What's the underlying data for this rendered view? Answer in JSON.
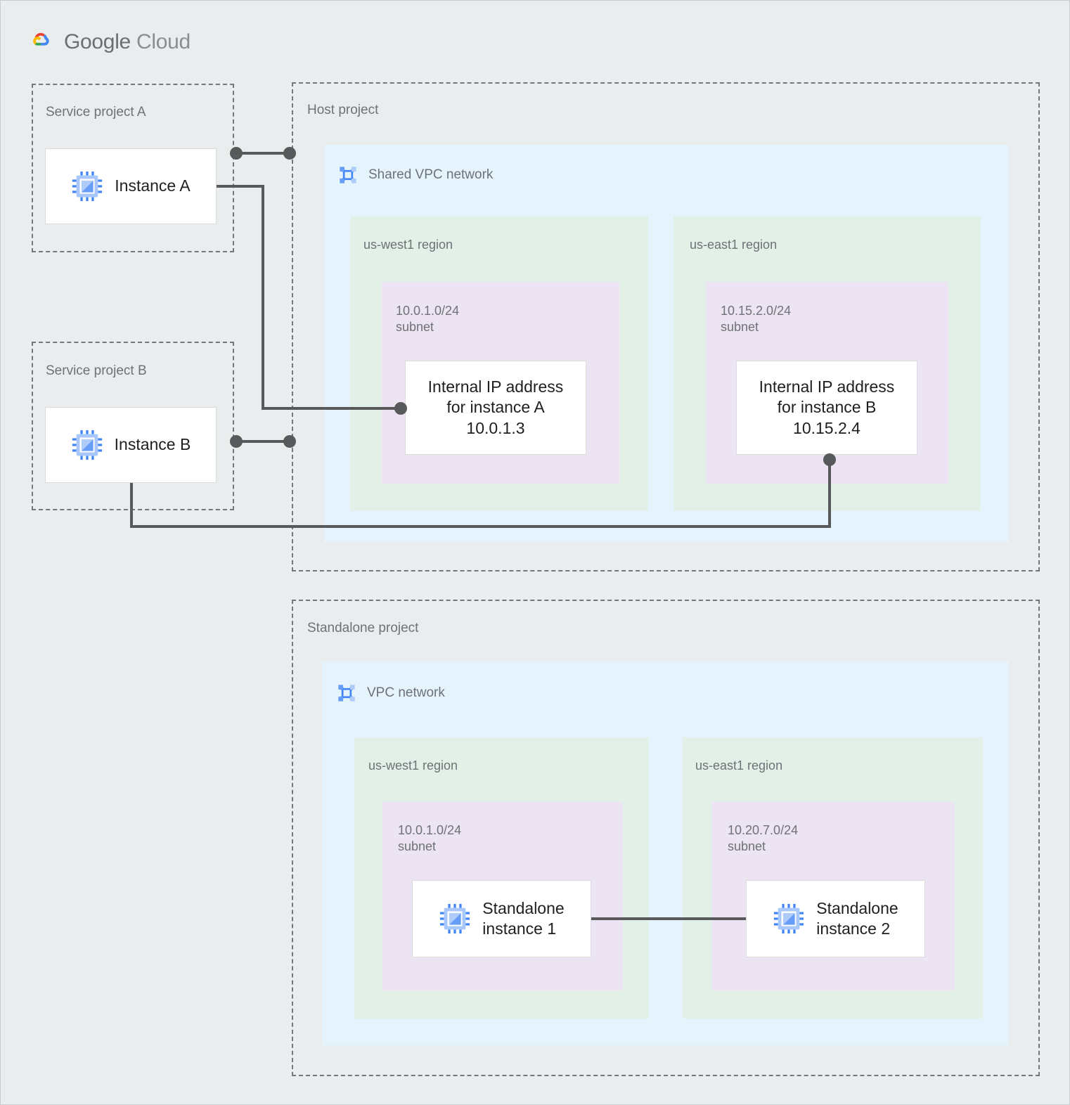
{
  "brand": {
    "name_strong": "Google",
    "name_light": "Cloud",
    "logo_icon": "google-cloud-logo"
  },
  "colors": {
    "page_background": "#eaeded",
    "project_border": "#737779",
    "vpc_fill": "#e4f3fc",
    "region_fill": "#e2f0e8",
    "subnet_fill": "#ece4f2",
    "card_fill": "#ffffff",
    "connector": "#58595b",
    "label_text": "#6e7276",
    "title_text": "#1f1f1f",
    "icon_blue": "#4285f4",
    "icon_blue_light": "#a8c7fa"
  },
  "projects": [
    {
      "id": "service-project-a",
      "label": "Service project A",
      "nodes": [
        {
          "id": "instance-a",
          "label": "Instance A",
          "icon": "compute-instance-icon"
        }
      ]
    },
    {
      "id": "service-project-b",
      "label": "Service project B",
      "nodes": [
        {
          "id": "instance-b",
          "label": "Instance B",
          "icon": "compute-instance-icon"
        }
      ]
    },
    {
      "id": "host-project",
      "label": "Host project",
      "networks": [
        {
          "id": "shared-vpc-network",
          "label": "Shared VPC network",
          "icon": "vpc-network-icon",
          "regions": [
            {
              "id": "host-us-west1",
              "label": "us-west1 region",
              "subnets": [
                {
                  "id": "host-subnet-10-0-1-0-24",
                  "cidr": "10.0.1.0/24",
                  "kind": "subnet",
                  "label": "10.0.1.0/24\nsubnet",
                  "nodes": [
                    {
                      "id": "internal-ip-instance-a",
                      "label": "Internal IP address\nfor instance A\n10.0.1.3",
                      "ip": "10.0.1.3"
                    }
                  ]
                }
              ]
            },
            {
              "id": "host-us-east1",
              "label": "us-east1 region",
              "subnets": [
                {
                  "id": "host-subnet-10-15-2-0-24",
                  "cidr": "10.15.2.0/24",
                  "kind": "subnet",
                  "label": "10.15.2.0/24\nsubnet",
                  "nodes": [
                    {
                      "id": "internal-ip-instance-b",
                      "label": "Internal IP address\nfor instance B\n10.15.2.4",
                      "ip": "10.15.2.4"
                    }
                  ]
                }
              ]
            }
          ]
        }
      ]
    },
    {
      "id": "standalone-project",
      "label": "Standalone project",
      "networks": [
        {
          "id": "vpc-network",
          "label": "VPC network",
          "icon": "vpc-network-icon",
          "regions": [
            {
              "id": "standalone-us-west1",
              "label": "us-west1 region",
              "subnets": [
                {
                  "id": "standalone-subnet-10-0-1-0-24",
                  "cidr": "10.0.1.0/24",
                  "kind": "subnet",
                  "label": "10.0.1.0/24\nsubnet",
                  "nodes": [
                    {
                      "id": "standalone-instance-1",
                      "label": "Standalone\ninstance 1",
                      "icon": "compute-instance-icon"
                    }
                  ]
                }
              ]
            },
            {
              "id": "standalone-us-east1",
              "label": "us-east1 region",
              "subnets": [
                {
                  "id": "standalone-subnet-10-20-7-0-24",
                  "cidr": "10.20.7.0/24",
                  "kind": "subnet",
                  "label": "10.20.7.0/24\nsubnet",
                  "nodes": [
                    {
                      "id": "standalone-instance-2",
                      "label": "Standalone\ninstance 2",
                      "icon": "compute-instance-icon"
                    }
                  ]
                }
              ]
            }
          ]
        }
      ]
    }
  ],
  "connections": [
    {
      "id": "conn-service-a-to-host",
      "from": "service-project-a",
      "to": "host-project",
      "style": "dot-line-dot"
    },
    {
      "id": "conn-service-b-to-host",
      "from": "service-project-b",
      "to": "host-project",
      "style": "dot-line-dot"
    },
    {
      "id": "conn-instance-a-to-ip-a",
      "from": "instance-a",
      "to": "internal-ip-instance-a",
      "style": "elbow-dot-end"
    },
    {
      "id": "conn-instance-b-to-ip-b",
      "from": "instance-b",
      "to": "internal-ip-instance-b",
      "style": "elbow-dot-end"
    },
    {
      "id": "conn-standalone-1-to-2",
      "from": "standalone-instance-1",
      "to": "standalone-instance-2",
      "style": "straight"
    }
  ]
}
